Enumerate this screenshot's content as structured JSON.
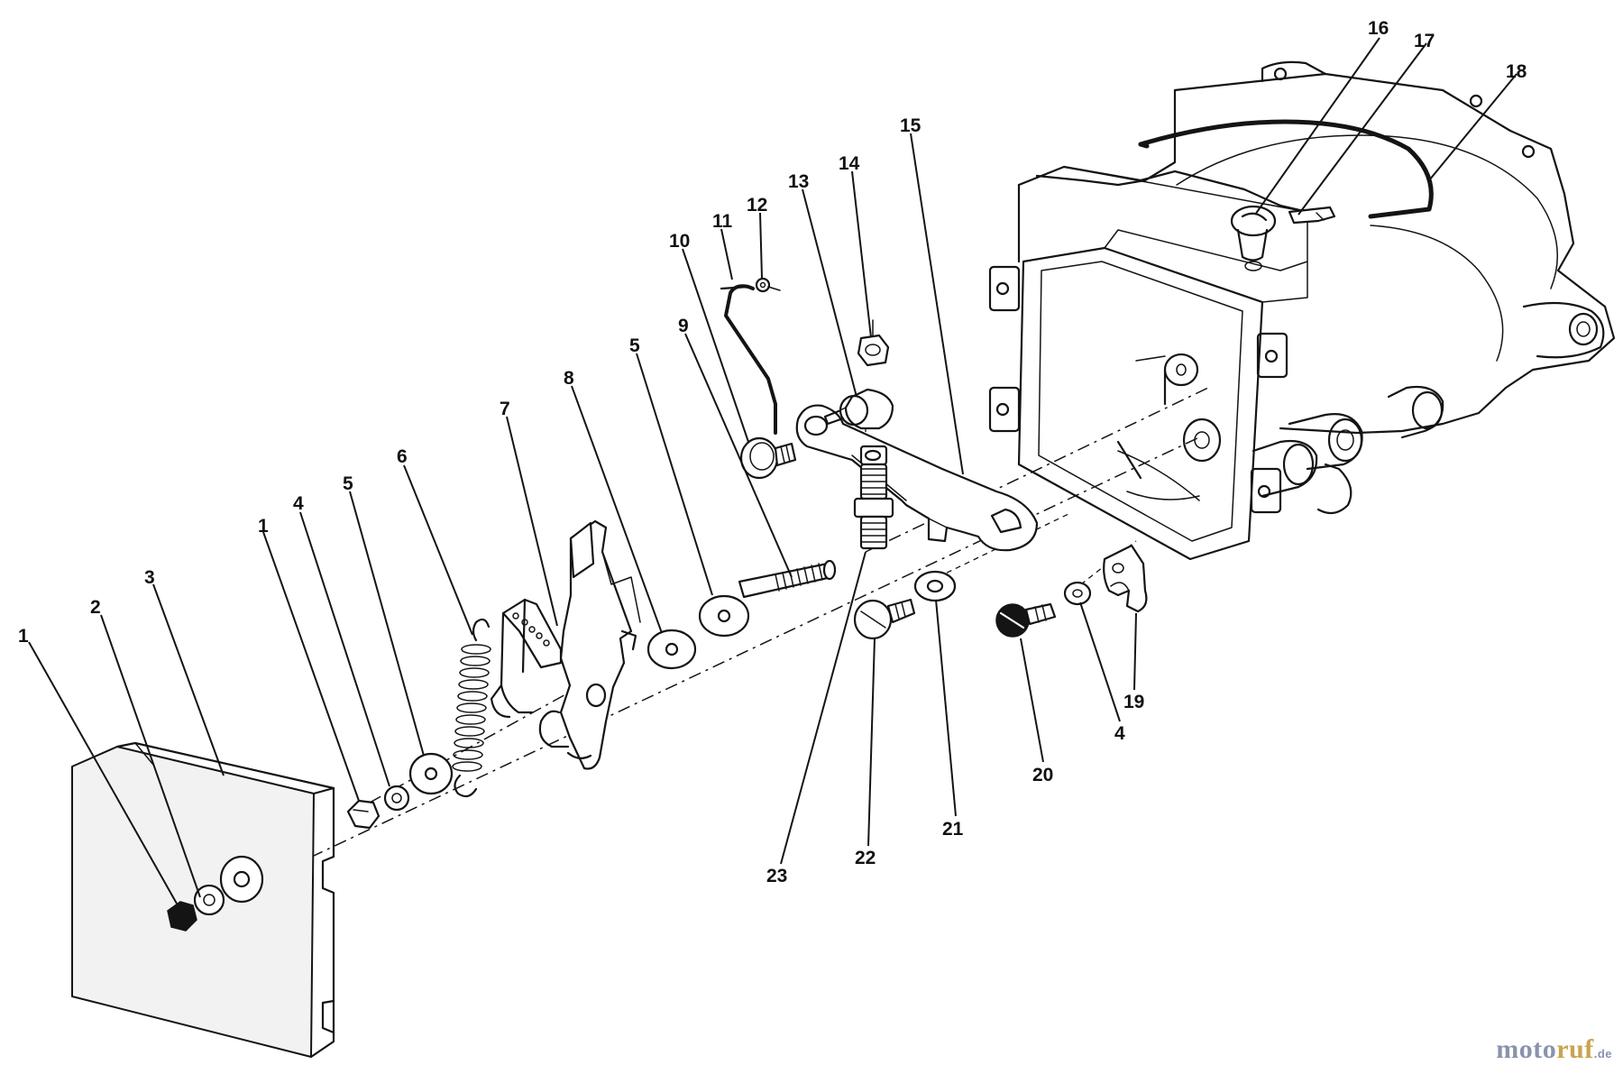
{
  "diagram": {
    "callouts": [
      {
        "id": "c1a",
        "label": "1"
      },
      {
        "id": "c2",
        "label": "2"
      },
      {
        "id": "c3",
        "label": "3"
      },
      {
        "id": "c1b",
        "label": "1"
      },
      {
        "id": "c4a",
        "label": "4"
      },
      {
        "id": "c5a",
        "label": "5"
      },
      {
        "id": "c6",
        "label": "6"
      },
      {
        "id": "c7",
        "label": "7"
      },
      {
        "id": "c8",
        "label": "8"
      },
      {
        "id": "c5b",
        "label": "5"
      },
      {
        "id": "c9",
        "label": "9"
      },
      {
        "id": "c10",
        "label": "10"
      },
      {
        "id": "c11",
        "label": "11"
      },
      {
        "id": "c12",
        "label": "12"
      },
      {
        "id": "c13",
        "label": "13"
      },
      {
        "id": "c14",
        "label": "14"
      },
      {
        "id": "c15",
        "label": "15"
      },
      {
        "id": "c16",
        "label": "16"
      },
      {
        "id": "c17",
        "label": "17"
      },
      {
        "id": "c18",
        "label": "18"
      },
      {
        "id": "c19",
        "label": "19"
      },
      {
        "id": "c4b",
        "label": "4"
      },
      {
        "id": "c20",
        "label": "20"
      },
      {
        "id": "c21",
        "label": "21"
      },
      {
        "id": "c22",
        "label": "22"
      },
      {
        "id": "c23",
        "label": "23"
      }
    ]
  },
  "watermark": {
    "part1": "moto",
    "part2": "ruf",
    "part3": ".de"
  },
  "colors": {
    "ink": "#141414",
    "background": "#ffffff",
    "watermark_blue": "#8a93ad",
    "watermark_gold": "#c9a44e"
  }
}
